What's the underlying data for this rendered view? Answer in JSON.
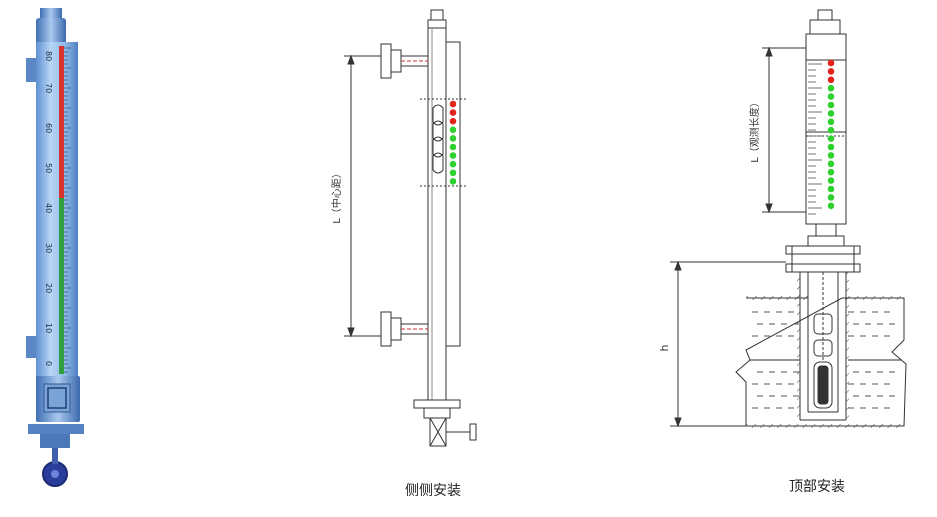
{
  "photo": {
    "scale_labels": [
      "80",
      "70",
      "60",
      "50",
      "40",
      "30",
      "20",
      "10",
      "0"
    ]
  },
  "side_install": {
    "caption": "侧侧安装",
    "dimension_label": "L（中心距）"
  },
  "top_install": {
    "caption": "顶部安装",
    "dimension_label": "L（观测长度）",
    "height_label": "h"
  },
  "colors": {
    "red_indicator": "#e2231a",
    "green_indicator": "#2ed12e",
    "line": "#333333",
    "glass_blue": "#8fb8e6",
    "photo_red": "#d8322a",
    "photo_green": "#2e9e3e"
  }
}
